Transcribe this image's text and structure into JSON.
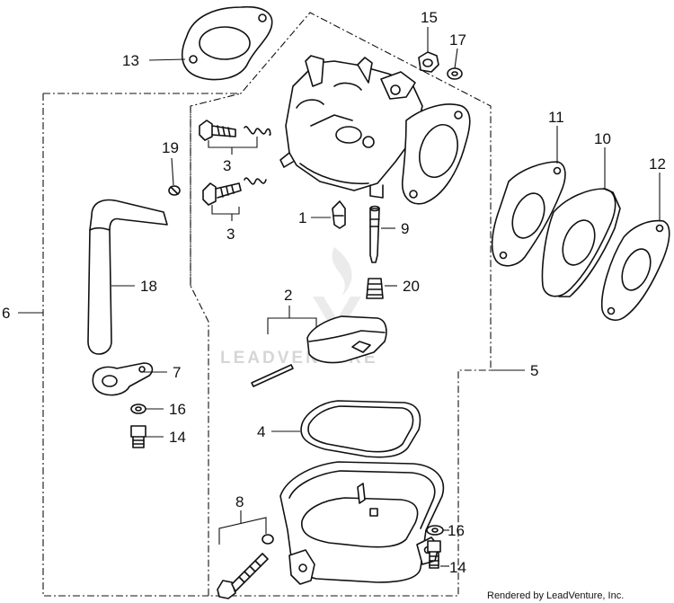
{
  "labels": {
    "p1": "1",
    "p2": "2",
    "p3a": "3",
    "p3b": "3",
    "p4": "4",
    "p5": "5",
    "p6": "6",
    "p7": "7",
    "p8": "8",
    "p9": "9",
    "p10": "10",
    "p11": "11",
    "p12": "12",
    "p13": "13",
    "p14a": "14",
    "p14b": "14",
    "p15": "15",
    "p16a": "16",
    "p16b": "16",
    "p17": "17",
    "p18": "18",
    "p19": "19",
    "p20": "20"
  },
  "watermark": "LEADVENTURE",
  "credit": "Rendered by LeadVenture, Inc.",
  "colors": {
    "ink": "#111111",
    "watermark": "#d6d6d6",
    "background": "#ffffff"
  }
}
